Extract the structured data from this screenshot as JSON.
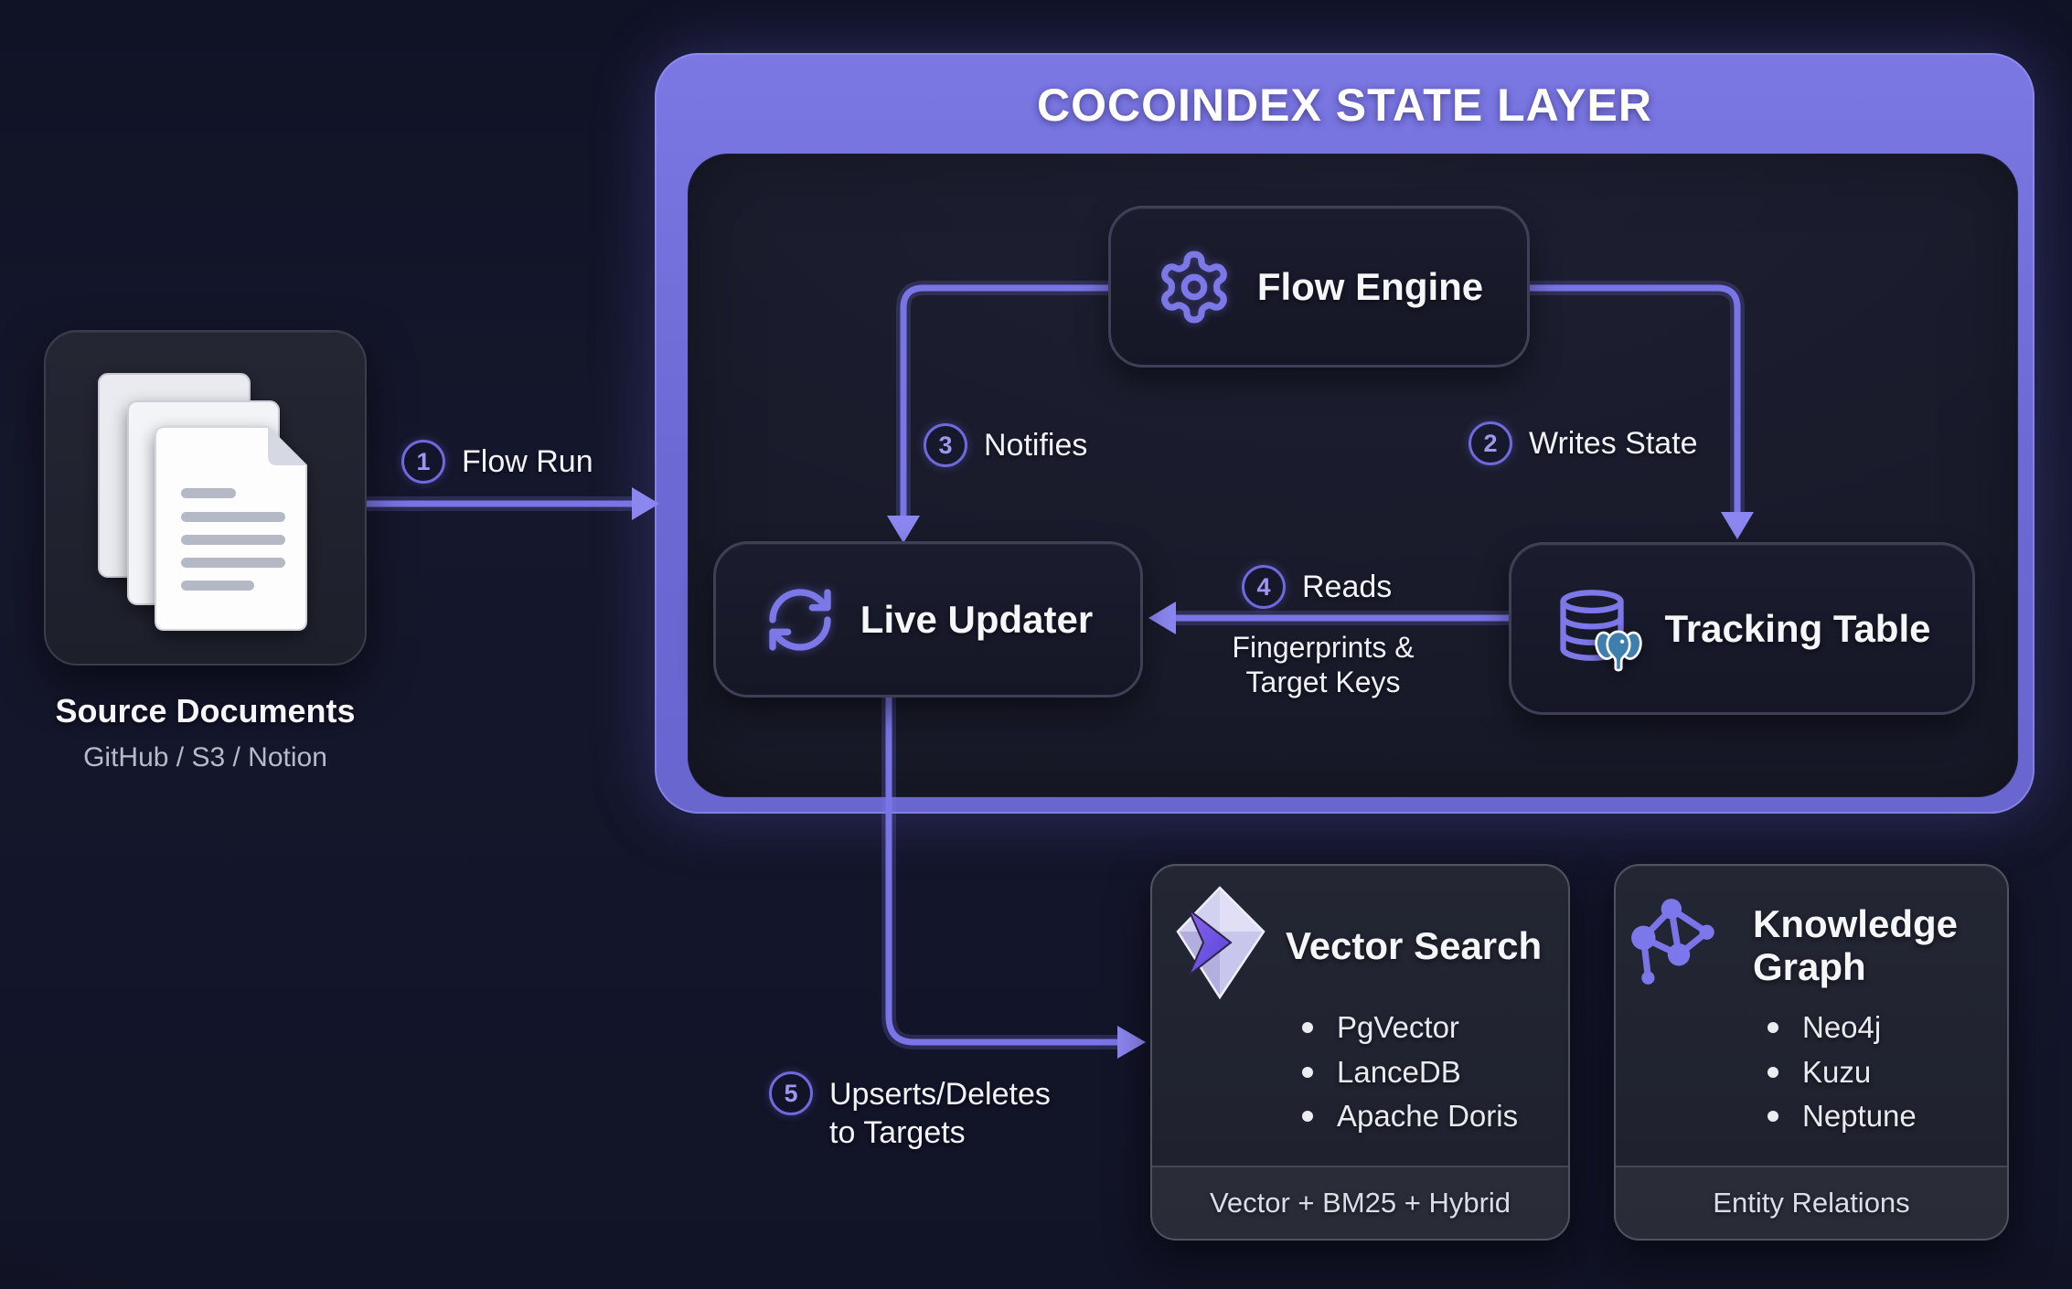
{
  "header": {
    "title": "COCOINDEX STATE LAYER"
  },
  "source": {
    "title": "Source Documents",
    "subtitle": "GitHub / S3 / Notion",
    "icon": "documents-stack-icon"
  },
  "nodes": {
    "flow_engine": {
      "label": "Flow Engine",
      "icon": "gear-icon"
    },
    "live_updater": {
      "label": "Live Updater",
      "icon": "refresh-icon"
    },
    "tracking_table": {
      "label": "Tracking Table",
      "icon": "database-icon + postgres-elephant-icon"
    }
  },
  "edges": {
    "flow_run": {
      "num": "1",
      "label": "Flow Run"
    },
    "writes_state": {
      "num": "2",
      "label": "Writes State"
    },
    "notifies": {
      "num": "3",
      "label": "Notifies"
    },
    "reads": {
      "num": "4",
      "label": "Reads",
      "sublines": [
        "Fingerprints &",
        "Target Keys"
      ]
    },
    "upserts": {
      "num": "5",
      "lines": [
        "Upserts/Deletes",
        "to Targets"
      ]
    }
  },
  "targets": {
    "vector_search": {
      "title": "Vector Search",
      "icon": "vector-prism-icon",
      "items": [
        "PgVector",
        "LanceDB",
        "Apache Doris"
      ],
      "footer": "Vector + BM25 + Hybrid"
    },
    "knowledge_graph": {
      "title": "Knowledge Graph",
      "icon": "network-graph-icon",
      "items": [
        "Neo4j",
        "Kuzu",
        "Neptune"
      ],
      "footer": "Entity Relations"
    }
  },
  "colors": {
    "accent": "#7a75e6",
    "arrowhead": "#8c86f0",
    "header_fill": "#6c68d4",
    "postgres_blue": "#3f7fae",
    "background": "#13152a"
  }
}
